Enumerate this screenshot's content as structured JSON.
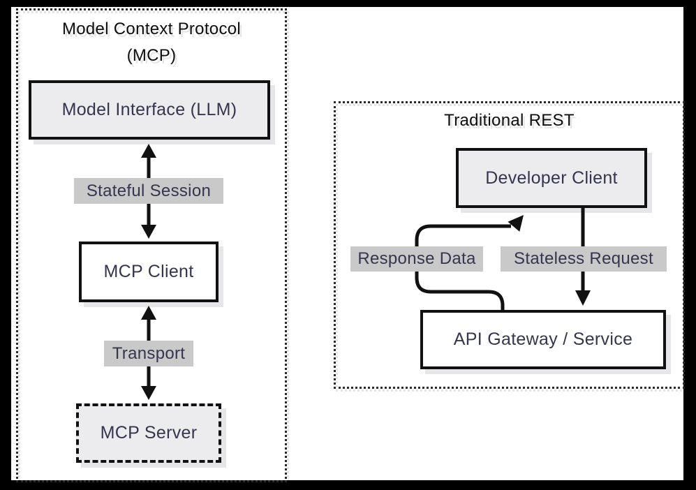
{
  "colors": {
    "frame": "#000000",
    "canvas": "#ffffff",
    "node_border": "#111111",
    "node_fill_gray": "#ececee",
    "node_fill_white": "#ffffff",
    "edge_label_bg": "#c9c9c9",
    "diagram_text": "#35354e",
    "title_text": "#0e0e0e",
    "arrow": "#111111"
  },
  "left_panel": {
    "title_line1": "Model Context Protocol",
    "title_line2": "(MCP)",
    "nodes": {
      "model_interface": "Model Interface (LLM)",
      "mcp_client": "MCP Client",
      "mcp_server": "MCP Server"
    },
    "edge_labels": {
      "stateful_session": "Stateful Session",
      "transport": "Transport"
    }
  },
  "right_panel": {
    "title": "Traditional REST",
    "nodes": {
      "developer_client": "Developer Client",
      "api_gateway": "API Gateway / Service"
    },
    "edge_labels": {
      "response_data": "Response Data",
      "stateless_request": "Stateless Request"
    }
  }
}
